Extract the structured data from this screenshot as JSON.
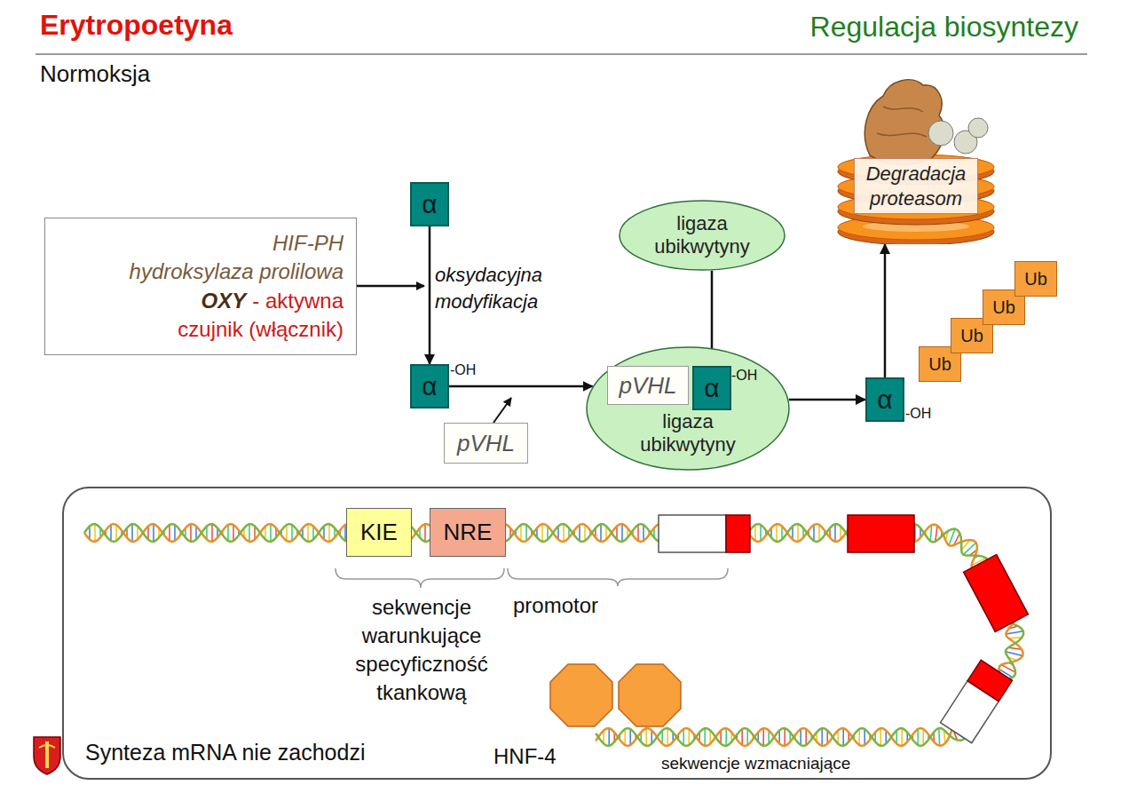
{
  "diagram": {
    "title": "Erytropoetyna",
    "nodes": [
      {
        "text": [
          "HIF-PH",
          "hydroksylaza prolilowa",
          "OXY",
          "- aktywna",
          "czujnik (włącznik)"
        ]
      },
      {
        "text": [
          "α"
        ]
      },
      {
        "text": [
          "α",
          "-OH"
        ]
      },
      {
        "text": [
          "pVHL"
        ]
      },
      {
        "text": [
          "ligaza ubikwytyny"
        ]
      },
      {
        "text": [
          "ligaza ubikwytyny"
        ]
      },
      {
        "text": [
          "pVHL"
        ],
        "in": 5
      },
      {
        "text": [
          "α",
          "-OH"
        ],
        "in": 5
      },
      {
        "text": [
          "Degradacja proteasom"
        ]
      },
      {
        "text": [
          "α",
          "-OH"
        ]
      },
      {
        "text": [
          "Ub"
        ]
      },
      {
        "text": [
          "Ub"
        ]
      },
      {
        "text": [
          "Ub"
        ]
      },
      {
        "text": [
          "Ub"
        ]
      },
      {
        "text": [
          "Synteza mRNA nie zachodzi"
        ]
      },
      {
        "text": [
          "KIE"
        ],
        "in": 14
      },
      {
        "text": [
          "NRE"
        ],
        "in": 14
      }
    ],
    "edges": [
      {
        "from": 1,
        "to": 2,
        "label": "oksydacyjna modyfikacja",
        "arrow": "to"
      },
      {
        "from": 2,
        "to": 5,
        "arrow": "to"
      },
      {
        "from": 4,
        "to": 7,
        "arrow": "to"
      },
      {
        "from": 5,
        "to": 9,
        "arrow": "to"
      },
      {
        "from": 9,
        "to": 8,
        "arrow": "to"
      }
    ],
    "labels": [
      "Regulacja biosyntezy",
      "Normoksja",
      "sekwencje warunkujące specyficzność tkankową",
      "promotor",
      "HNF-4",
      "sekwencje wzmacniające"
    ]
  }
}
